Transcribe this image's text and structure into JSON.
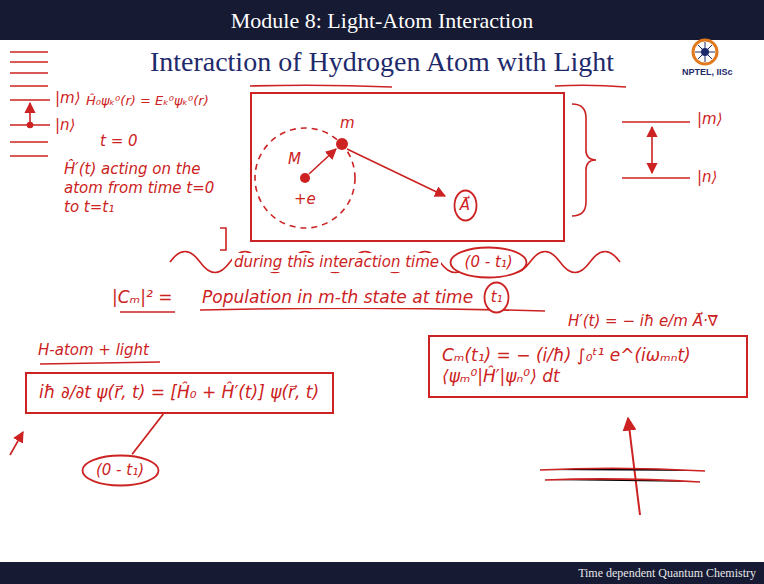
{
  "diagram": {
    "title": "Interaction of Hydrogen Atom with Light",
    "nodes": [
      {
        "text": [
          "M",
          "+e",
          "m"
        ]
      },
      {
        "text": [
          "A⃗"
        ],
        "in": 0
      },
      {
        "text": [
          "(0 - t₁)"
        ]
      },
      {
        "text": [
          "t₁"
        ]
      },
      {
        "text": [
          "iħ ∂/∂t ψ(r⃗, t) = [Ĥ₀ + Ĥ′(t)] ψ(r⃗, t)"
        ]
      },
      {
        "text": [
          "(0 - t₁)"
        ]
      },
      {
        "text": [
          "Cₘ(t₁) = − (i/ħ) ∫₀ᵗ¹ e^(iωₘₙt) ⟨ψₘ⁰|Ĥ′|ψₙ⁰⟩ dt"
        ]
      }
    ],
    "edges": [
      {
        "from": 4,
        "to": 5,
        "arrow": "none"
      }
    ],
    "labels": [
      "Module 8: Light-Atom Interaction",
      "NPTEL, IISc",
      "Time dependent Quantum Chemistry",
      "|m⟩",
      "|n⟩",
      "Ĥ₀ψₖ⁰(r) = Eₖ⁰ψₖ⁰(r)",
      "t = 0",
      "Ĥ′(t) acting on the atom from time t=0 to t=t₁",
      "|m⟩",
      "|n⟩",
      "during this interaction time",
      "|Cₘ|² =",
      "Population in m-th state at time",
      "H′(t) = − iħ e/m A⃗·∇⃗",
      "H-atom + light"
    ]
  }
}
